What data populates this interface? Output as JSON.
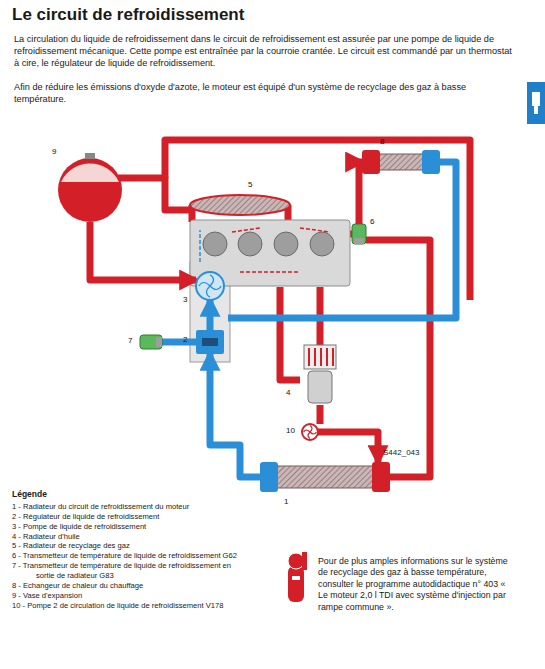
{
  "diagram": {
    "title": "Le circuit de refroidissement",
    "nodes": [
      {
        "text": [
          "1"
        ]
      },
      {
        "text": [
          "2"
        ]
      },
      {
        "text": [
          "3"
        ]
      },
      {
        "text": [
          "4"
        ]
      },
      {
        "text": [
          "5"
        ]
      },
      {
        "text": [
          "6"
        ]
      },
      {
        "text": [
          "7"
        ]
      },
      {
        "text": [
          "8"
        ]
      },
      {
        "text": [
          "9"
        ]
      },
      {
        "text": [
          "10"
        ]
      }
    ],
    "edges": [
      {
        "from": 0,
        "to": 1,
        "arrow": "to"
      },
      {
        "from": 1,
        "to": 2,
        "arrow": "to"
      },
      {
        "from": 5,
        "to": 7,
        "arrow": "to"
      },
      {
        "from": 9,
        "to": 0,
        "arrow": "to"
      },
      {
        "from": 8,
        "to": 2,
        "arrow": "to"
      }
    ],
    "labels": [
      "La circulation du liquide de refroidissement dans le circuit de refroidissement est assurée par une pompe de liquide de refroidissement mécanique. Cette pompe est entraînée par la courroie crantée. Le circuit est commandé par un thermostat à cire, le régulateur de liquide de refroidissement.",
      "Afin de réduire les émissions d'oxyde d'azote, le moteur est équipé d'un système de recyclage des gaz à basse température.",
      "S442_043",
      "Légende",
      "Pour de plus amples informations sur le système de recyclage des gaz à basse température, consulter le programme autodidactique n° 403 « Le moteur 2,0 l TDI avec système d'injection par rampe commune »."
    ],
    "legend": [
      {
        "text": "1 - Radiateur du circuit de refroidissement du moteur"
      },
      {
        "text": "2 - Régulateur de liquide de refroidissement"
      },
      {
        "text": "3 - Pompe de liquide de refroidissement"
      },
      {
        "text": "4 - Radiateur d'huile"
      },
      {
        "text": "5 - Radiateur de recyclage des gaz"
      },
      {
        "text": "6 - Transmetteur de température de liquide de refroidissement G62"
      },
      {
        "text": "7 - Transmetteur de température de liquide de refroidissement en sortie de radiateur G83"
      },
      {
        "text": "8 - Echangeur de chaleur du chauffage"
      },
      {
        "text": "9 - Vase d'expansion"
      },
      {
        "text": "10 - Pompe 2 de circulation de liquide de refroidissement V178"
      }
    ]
  }
}
